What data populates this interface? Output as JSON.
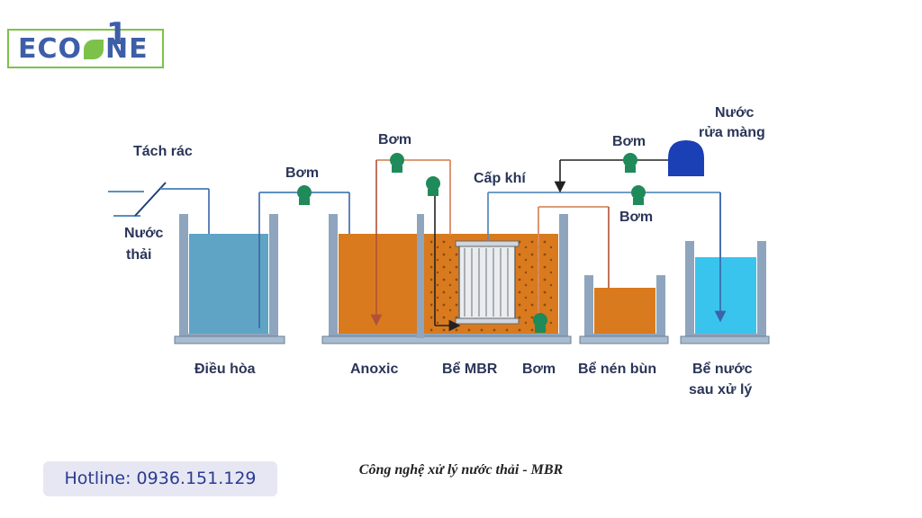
{
  "brand": {
    "name_prefix": "ECO",
    "name_suffix": "NE",
    "name_one": "1",
    "colors": {
      "primary": "#3d5ea8",
      "leaf": "#7cc24a"
    },
    "icon": "leaf-icon"
  },
  "diagram": {
    "labels": {
      "screen": "Tách rác",
      "wastewater_line1": "Nước",
      "wastewater_line2": "thải",
      "pump_1": "Bơm",
      "pump_2": "Bơm",
      "pump_3": "Bơm",
      "pump_4": "Bơm",
      "pump_5": "Bơm",
      "air_supply": "Cấp khí",
      "rinse_line1": "Nước",
      "rinse_line2": "rửa màng"
    },
    "tanks": [
      {
        "label": "Điều hòa"
      },
      {
        "label": "Anoxic"
      },
      {
        "label": "Bể MBR"
      },
      {
        "label": "Bể nén bùn"
      },
      {
        "label_line1": "Bể nước",
        "label_line2": "sau xử lý"
      }
    ],
    "colors": {
      "equalization_water": "#5fa4c5",
      "anoxic_water": "#d97a1e",
      "clean_water": "#39c4ee",
      "tank_wall": "#8ea5bd",
      "pump": "#1f8a5a",
      "pipe_blue": "#5b8fbd",
      "pipe_orange": "#d98b62"
    }
  },
  "caption": "Công nghệ xử lý nước thải - MBR",
  "hotline": "Hotline: 0936.151.129"
}
